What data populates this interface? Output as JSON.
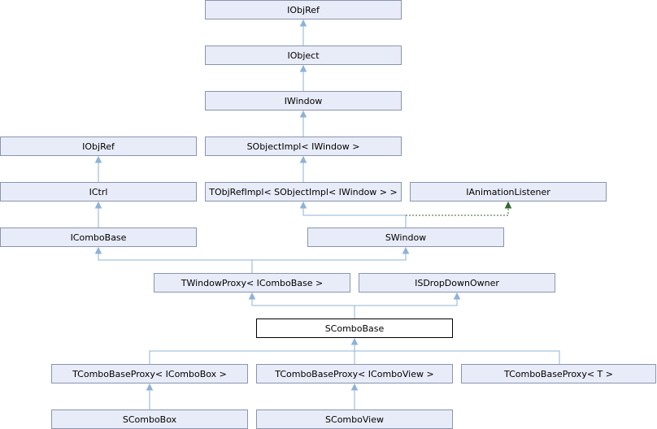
{
  "colors": {
    "node_fill": "#e8ecf8",
    "node_border": "#8a94ad",
    "current_fill": "#ffffff",
    "current_border": "#000000",
    "inherit_edge": "#8fb3d6",
    "usage_edge": "#336633"
  },
  "nodes": {
    "iobjref_top": "IObjRef",
    "iobject": "IObject",
    "iwindow": "IWindow",
    "sobjectimpl": "SObjectImpl< IWindow >",
    "iobjref_left": "IObjRef",
    "tobjrefimpl": "TObjRefImpl< SObjectImpl< IWindow > >",
    "ianimationlistener": "IAnimationListener",
    "ictrl": "ICtrl",
    "icombobase": "IComboBase",
    "swindow": "SWindow",
    "twindowproxy": "TWindowProxy< IComboBase >",
    "isdropdownowner": "ISDropDownOwner",
    "scombobase": "SComboBase",
    "tcombobaseproxy_combobox": "TComboBaseProxy< IComboBox >",
    "tcombobaseproxy_comboview": "TComboBaseProxy< IComboView >",
    "tcombobaseproxy_t": "TComboBaseProxy< T >",
    "scombobox": "SComboBox",
    "scomboview": "SComboView"
  }
}
